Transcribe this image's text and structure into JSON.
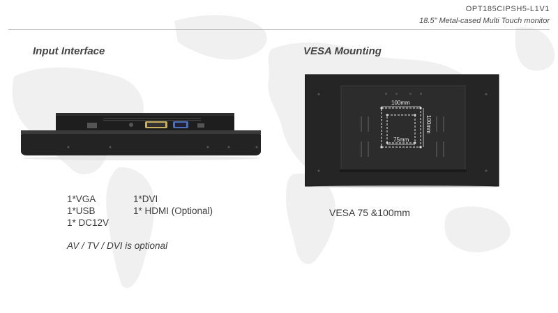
{
  "header": {
    "model": "OPT185CIPSH5-L1V1",
    "description": "18.5\" Metal-cased  Multi Touch monitor"
  },
  "input_interface": {
    "title": "Input Interface",
    "ports": [
      {
        "label": "1*VGA"
      },
      {
        "label": "1*DVI"
      },
      {
        "label": "1*USB"
      },
      {
        "label": "1* HDMI (Optional)"
      },
      {
        "label": "1* DC12V"
      }
    ],
    "note": "AV / TV / DVI is optional"
  },
  "vesa": {
    "title": "VESA Mounting",
    "dim_horizontal_outer": "100mm",
    "dim_horizontal_inner": "75mm",
    "dim_vertical": "100mm",
    "caption": "VESA 75 &100mm"
  }
}
